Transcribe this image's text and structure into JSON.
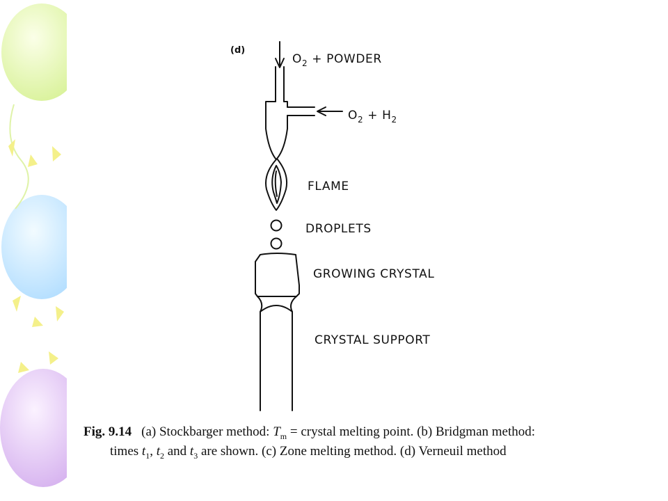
{
  "panel_label": "(d)",
  "labels": {
    "o2_powder": {
      "prefix": "O",
      "sub": "2",
      "suffix": " + POWDER"
    },
    "o2_h2": {
      "a": "O",
      "a_sub": "2",
      "mid": " + H",
      "b_sub": "2"
    },
    "flame": "FLAME",
    "droplets": "DROPLETS",
    "growing_crystal": "GROWING CRYSTAL",
    "crystal_support": "CRYSTAL SUPPORT"
  },
  "caption": {
    "fig_number": "Fig. 9.14",
    "line1_a": "(a) Stockbarger method: ",
    "tm": "T",
    "tm_sub": "m",
    "line1_b": " = crystal melting point. (b) Bridgman method:",
    "line2_a": "times ",
    "t": "t",
    "t1_sub": "1",
    "t2_sub": "2",
    "t3_sub": "3",
    "line2_sep1": ", ",
    "line2_and": " and ",
    "line2_b": " are shown. (c) Zone melting method. (d) Verneuil method"
  },
  "colors": {
    "balloon_green": "#e6f7b0",
    "balloon_blue": "#c6e8ff",
    "balloon_purple": "#e2c6f2",
    "confetti_yellow": "#f4f08a",
    "line": "#111111"
  }
}
